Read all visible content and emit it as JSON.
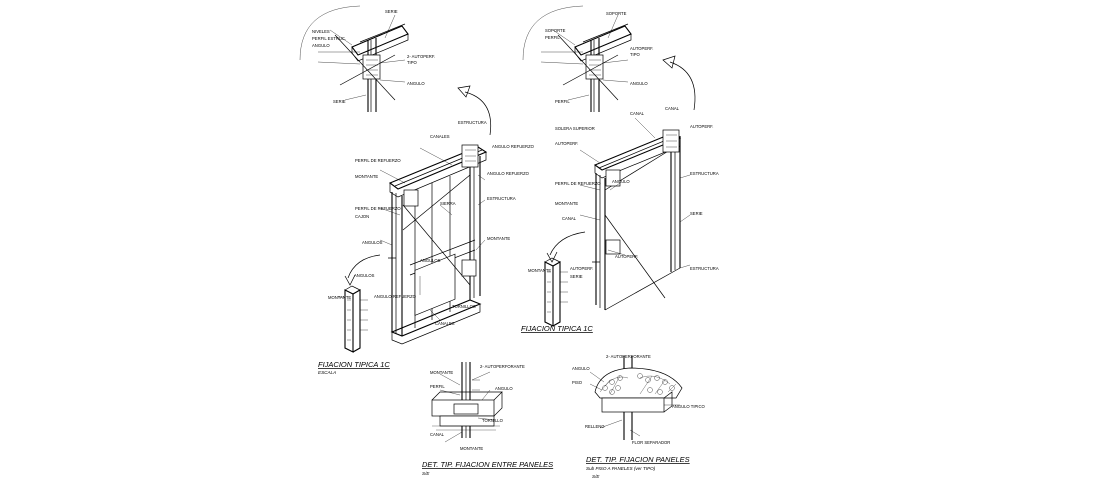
{
  "sheet": {
    "titles": {
      "left_main": "FIJACION TIPICA 1C",
      "left_main_sub": "ESCALA",
      "right_main": "FIJACION TIPICA 1C",
      "detail_left": "DET. TIP. FIJACION ENTRE PANELES",
      "detail_left_sub": "S/E",
      "detail_right": "DET. TIP. FIJACION PANELES",
      "detail_right_sub": "Sub PISO A PANELES (ver TIPO)",
      "detail_right_sub2": "S/E"
    },
    "labels": {
      "tl_1": "NIVELES",
      "tl_2": "PERFIL ESTRUC.",
      "tl_3": "ANGULO",
      "tl_4": "2- AUTOPERF.",
      "tl_5": "TIPO",
      "tl_6": "SERIE",
      "tr_1": "SOPORTE",
      "tr_2": "PERFIL",
      "tr_3": "AUTOPERF.",
      "tr_4": "TIPO",
      "tr_5": "ANGULO",
      "lm_1": "CANALES",
      "lm_2": "PERFIL DE REFUERZO",
      "lm_3": "CAJON",
      "lm_4": "ANGULOS",
      "lm_5": "SIERRA",
      "lm_6": "MONTANTE",
      "lm_7": "ANGULO REFUERZO",
      "lm_8": "ESTRUCTURA",
      "lm_9": "TORNILLOS",
      "rm_1": "CANAL",
      "rm_2": "SOLERA SUPERIOR",
      "rm_3": "PERFIL DE REFUERZO",
      "rm_4": "ANGULO",
      "rm_5": "MONTANTE",
      "rm_6": "ESTRUCTURA",
      "rm_7": "AUTOPERF.",
      "rm_8": "SERIE",
      "dl_1": "2- AUTOPERFORANTE",
      "dl_2": "ANGULO",
      "dl_3": "MONTANTE",
      "dl_4": "PERFIL",
      "dl_5": "TORNILLO",
      "dl_6": "CANAL",
      "dr_1": "2- AUTOPERFORANTE",
      "dr_2": "ANGULO",
      "dr_3": "ANGULO TIPICO",
      "dr_4": "PISO",
      "dr_5": "RELLENO",
      "dr_6": "FLOR SEPARADOR"
    }
  }
}
